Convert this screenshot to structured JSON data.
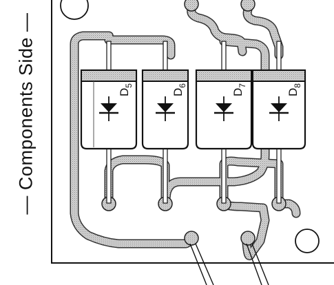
{
  "side_label": "— Components Side —",
  "diodes": [
    {
      "name": "D",
      "sub": "5"
    },
    {
      "name": "D",
      "sub": "6"
    },
    {
      "name": "D",
      "sub": "7"
    },
    {
      "name": "D",
      "sub": "8"
    }
  ],
  "colors": {
    "trace_fill": "#bdbdbd",
    "outline": "#111111",
    "board": "#ffffff"
  }
}
